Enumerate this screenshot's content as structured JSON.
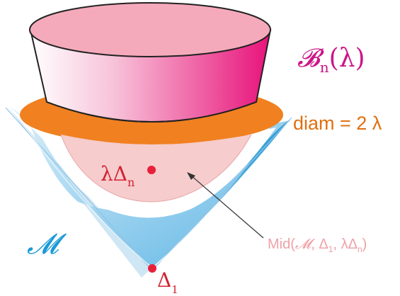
{
  "labels": {
    "ball_symbol": "𝓑",
    "ball_sub": "n",
    "ball_arg": "(λ)",
    "diameter": "diam = 2 λ",
    "scaled_point_lambda": "λΔ",
    "scaled_point_sub": "n",
    "manifold_symbol": "𝓜",
    "base_point": "Δ",
    "base_point_sub": "1",
    "mid_prefix": "Mid(",
    "mid_manifold": "𝓜",
    "mid_sep1": ", Δ",
    "mid_sub1": "1",
    "mid_sep2": ", λΔ",
    "mid_sub2": "n",
    "mid_suffix": ")"
  },
  "colors": {
    "cylinder_left": "#ffffff",
    "cylinder_right": "#e8127a",
    "cylinder_top": "#f5aabb",
    "disk": "#f08020",
    "cone_blue": "#2b9ad6",
    "cone_light": "#c6e4f5",
    "midset_fill": "#f6cccc",
    "point_red": "#e8203a",
    "ball_label": "#cc1688",
    "diam_label": "#e07010",
    "manifold_label": "#1a9ad8",
    "point_label": "#d42030",
    "mid_label": "#f0a0a8"
  }
}
